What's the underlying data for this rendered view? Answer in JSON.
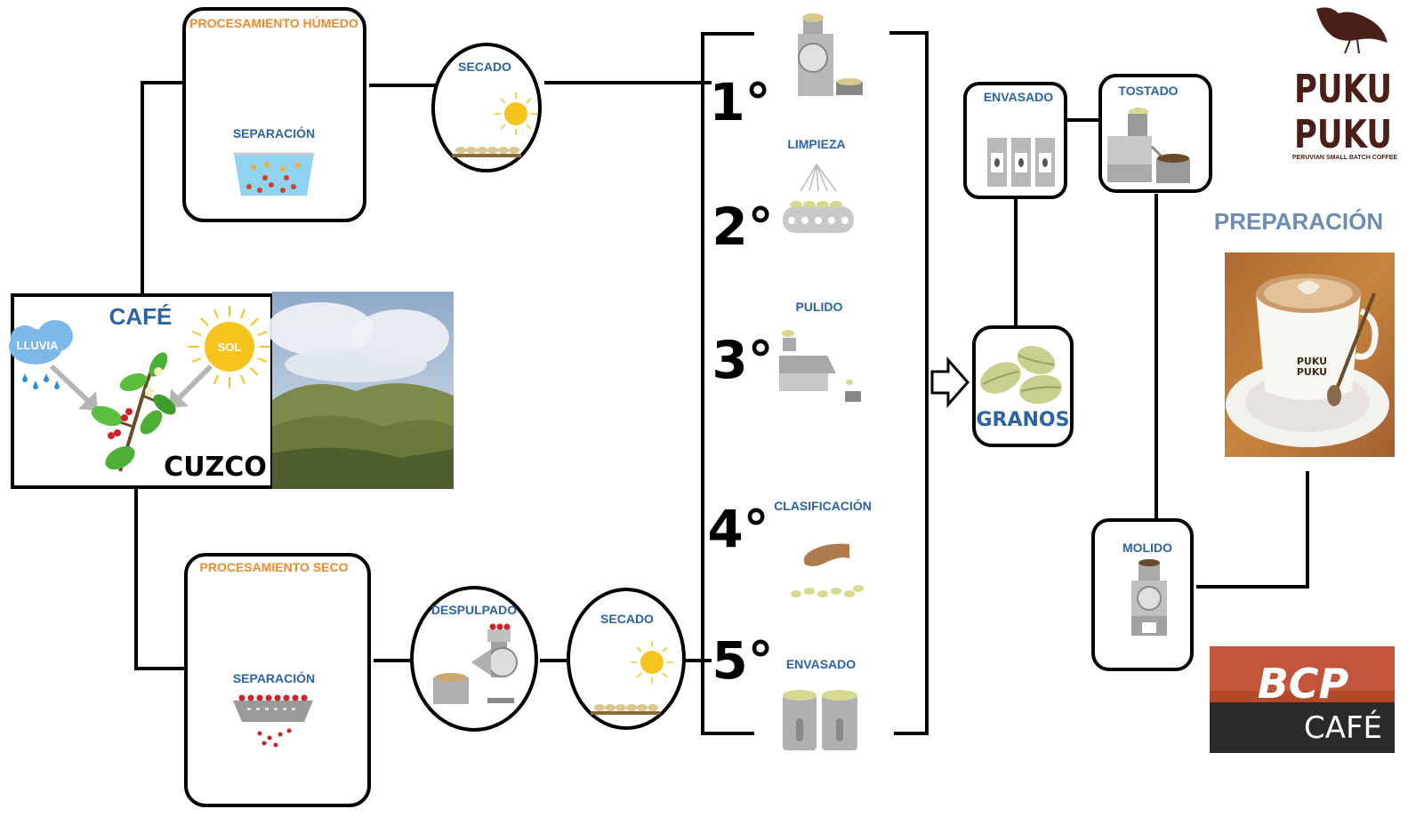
{
  "origin": {
    "cafe": "CAFÉ",
    "lluvia": "LLUVIA",
    "sol": "SOL",
    "cuzco": "CUZCO"
  },
  "wet_process": {
    "title": "PROCESAMIENTO HÚMEDO",
    "separation": "SEPARACIÓN",
    "drying": "SECADO"
  },
  "dry_process": {
    "title": "PROCESAMIENTO SECO",
    "separation": "SEPARACIÓN",
    "pulping": "DESPULPADO",
    "drying": "SECADO"
  },
  "steps": [
    {
      "number": "1°",
      "label": ""
    },
    {
      "number": "2°",
      "label": "LIMPIEZA"
    },
    {
      "number": "3°",
      "label": "PULIDO"
    },
    {
      "number": "4°",
      "label": "CLASIFICACIÓN"
    },
    {
      "number": "5°",
      "label": "ENVASADO"
    }
  ],
  "grains": "GRANOS",
  "packaging": "ENVASADO",
  "roasting": "TOSTADO",
  "grinding": "MOLIDO",
  "preparation": "PREPARACIÓN",
  "brand": {
    "name_line1": "PUKU",
    "name_line2": "PUKU",
    "tagline": "PERUVIAN SMALL BATCH COFFEE"
  },
  "cup_logo": {
    "line1": "PUKU",
    "line2": "PUKU"
  },
  "bcp": {
    "name": "BCP",
    "cafe": "CAFÉ"
  },
  "colors": {
    "orange": "#f08a2c",
    "blue": "#2a63a8",
    "grain": "#c9cf8c",
    "brand": "#5a1f1f",
    "bcp": "#e8541e"
  }
}
